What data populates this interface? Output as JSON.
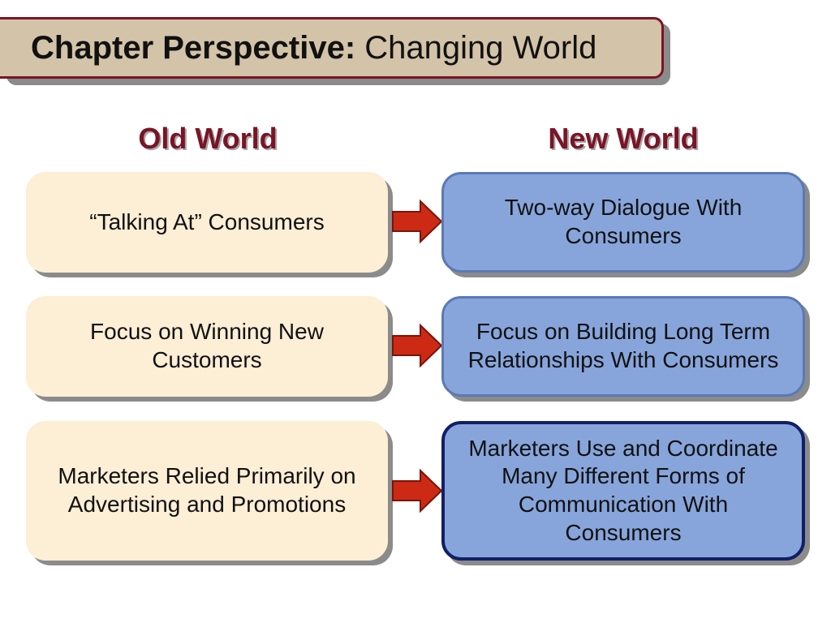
{
  "title": {
    "bold": "Chapter Perspective:",
    "rest": "Changing World"
  },
  "columns": {
    "old": "Old World",
    "new": "New World"
  },
  "rows": [
    {
      "old": "“Talking At” Consumers",
      "new": "Two-way Dialogue With Consumers"
    },
    {
      "old": "Focus on Winning New Customers",
      "new": "Focus on Building Long Term Relationships With Consumers"
    },
    {
      "old": "Marketers Relied Primarily on Advertising and Promotions",
      "new": "Marketers Use and Coordinate Many Different Forms of Communication With Consumers"
    }
  ],
  "colors": {
    "accent": "#7a1426",
    "old_fill": "#fdeed6",
    "new_fill": "#87a5db",
    "arrow": "#cc2a14",
    "title_fill": "#d3c3a8"
  }
}
